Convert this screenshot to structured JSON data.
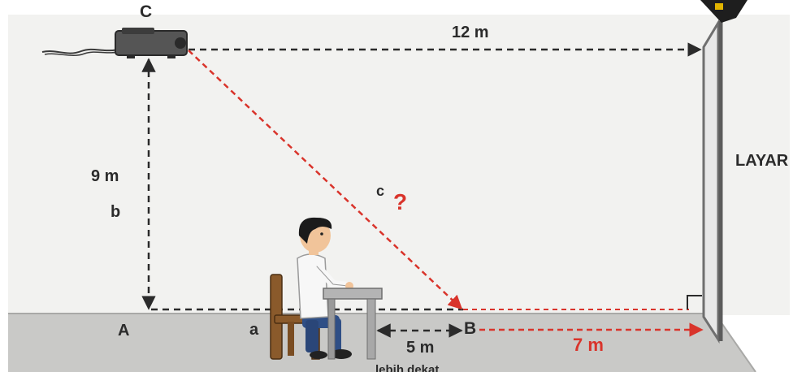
{
  "labels": {
    "point_c": "C",
    "point_a": "A",
    "point_b": "B",
    "side_a": "a",
    "side_b": "b",
    "side_c": "c",
    "question_mark": "?",
    "height": "9 m",
    "ceiling_distance": "12 m",
    "floor_distance": "5 m",
    "remaining_distance": "7 m",
    "screen": "LAYAR",
    "caption_partial": "lebih dekat"
  },
  "colors": {
    "wall": "#f2f2f0",
    "floor": "#c9c9c7",
    "line_dark": "#2b2b2b",
    "line_red": "#d9342b",
    "screen_frame": "#6f6f6f",
    "desk": "#b4b4b4"
  },
  "icons": {
    "projector": "projector-icon",
    "student": "student-icon",
    "desk": "desk-icon",
    "chair": "chair-icon",
    "screen": "screen-icon",
    "right_angle": "right-angle-icon"
  }
}
